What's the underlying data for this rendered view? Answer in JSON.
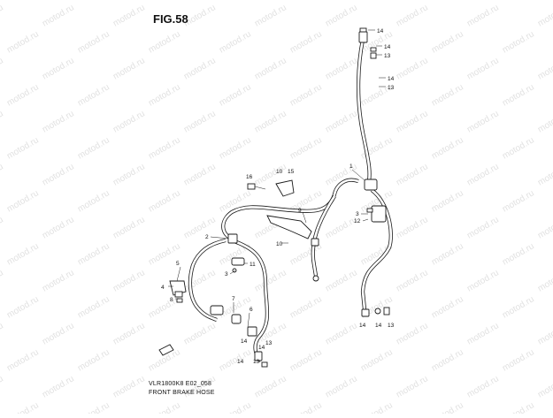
{
  "figure": {
    "title": "FIG.58",
    "code": "VLR1800K8 E02_058",
    "name": "FRONT BRAKE HOSE"
  },
  "watermark": {
    "text": "motod.ru"
  },
  "callouts": [
    {
      "label": "14"
    },
    {
      "label": "14"
    },
    {
      "label": "13"
    },
    {
      "label": "14"
    },
    {
      "label": "13"
    },
    {
      "label": "1"
    },
    {
      "label": "16"
    },
    {
      "label": "10"
    },
    {
      "label": "15"
    },
    {
      "label": "9"
    },
    {
      "label": "3"
    },
    {
      "label": "12"
    },
    {
      "label": "2"
    },
    {
      "label": "10"
    },
    {
      "label": "5"
    },
    {
      "label": "11"
    },
    {
      "label": "3"
    },
    {
      "label": "4"
    },
    {
      "label": "8"
    },
    {
      "label": "7"
    },
    {
      "label": "6"
    },
    {
      "label": "14"
    },
    {
      "label": "14"
    },
    {
      "label": "13"
    },
    {
      "label": "14"
    },
    {
      "label": "13"
    },
    {
      "label": "14"
    },
    {
      "label": "14"
    },
    {
      "label": "13"
    }
  ]
}
